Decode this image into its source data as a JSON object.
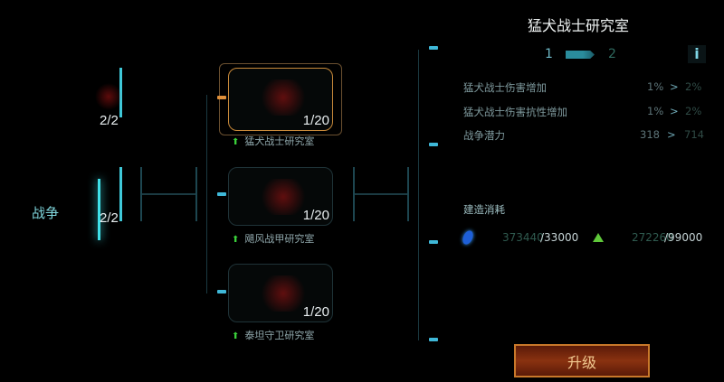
{
  "left_column": {
    "category_label": "战争",
    "nodes": [
      {
        "level": "2/2"
      },
      {
        "level": "2/2"
      },
      {
        "level": ""
      }
    ]
  },
  "center_column": {
    "nodes": [
      {
        "name": "猛犬战士研究室",
        "level": "1/20",
        "selected": true
      },
      {
        "name": "飓风战甲研究室",
        "level": "1/20",
        "selected": false
      },
      {
        "name": "泰坦守卫研究室",
        "level": "1/20",
        "selected": false
      }
    ]
  },
  "detail": {
    "title": "猛犬战士研究室",
    "level_from": "1",
    "level_to": "2",
    "info_label": "i",
    "stats": [
      {
        "label": "猛犬战士伤害增加",
        "from": "1%",
        "arrow": ">",
        "to": "2%"
      },
      {
        "label": "猛犬战士伤害抗性增加",
        "from": "1%",
        "arrow": ">",
        "to": "2%"
      },
      {
        "label": "战争潜力",
        "from": "318",
        "arrow": ">",
        "to": "714"
      }
    ],
    "cost_title": "建造消耗",
    "costs": [
      {
        "icon": "blue-crystal-icon",
        "have": "373440",
        "need": "/33000"
      },
      {
        "icon": "green-ore-icon",
        "have": "272260",
        "need": "/99000"
      }
    ],
    "upgrade_label": "升级"
  },
  "colors": {
    "accent": "#3fb8d8",
    "selected": "#c98a3a",
    "button": "#7a2a0c",
    "button_text": "#f0c890"
  }
}
